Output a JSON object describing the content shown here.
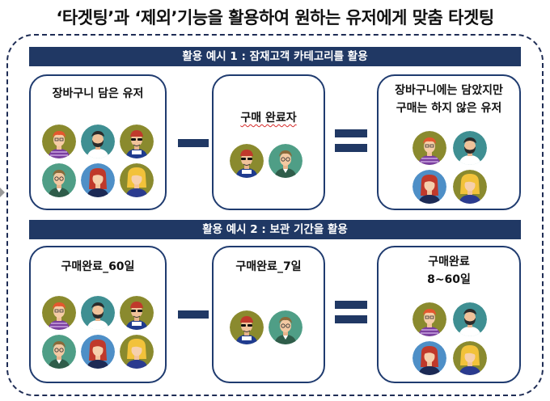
{
  "title": "‘타겟팅’과 ‘제외’기능을 활용하여 원하는 유저에게 맞춤 타겟팅",
  "example1": {
    "banner": "활용 예시 1 : 잠재고객 카테고리를 활용",
    "left_label": "장바구니 담은 유저",
    "middle_label": "구매 완료자",
    "right_label_line1": "장바구니에는 담았지만",
    "right_label_line2": "구매는 하지 않은 유저"
  },
  "example2": {
    "banner": "활용 예시 2 : 보관 기간을 활용",
    "left_label": "구매완료_60일",
    "middle_label": "구매완료_7일",
    "right_label_line1": "구매완료",
    "right_label_line2": "8~60일"
  },
  "colors": {
    "frame": "#1f2d55",
    "banner": "#203864",
    "operator": "#203864"
  },
  "avatar_types": [
    "redhair-purple-shirt",
    "bearded-teal",
    "sunglasses-cap",
    "glasses-green",
    "redhead-woman",
    "blonde-woman"
  ]
}
